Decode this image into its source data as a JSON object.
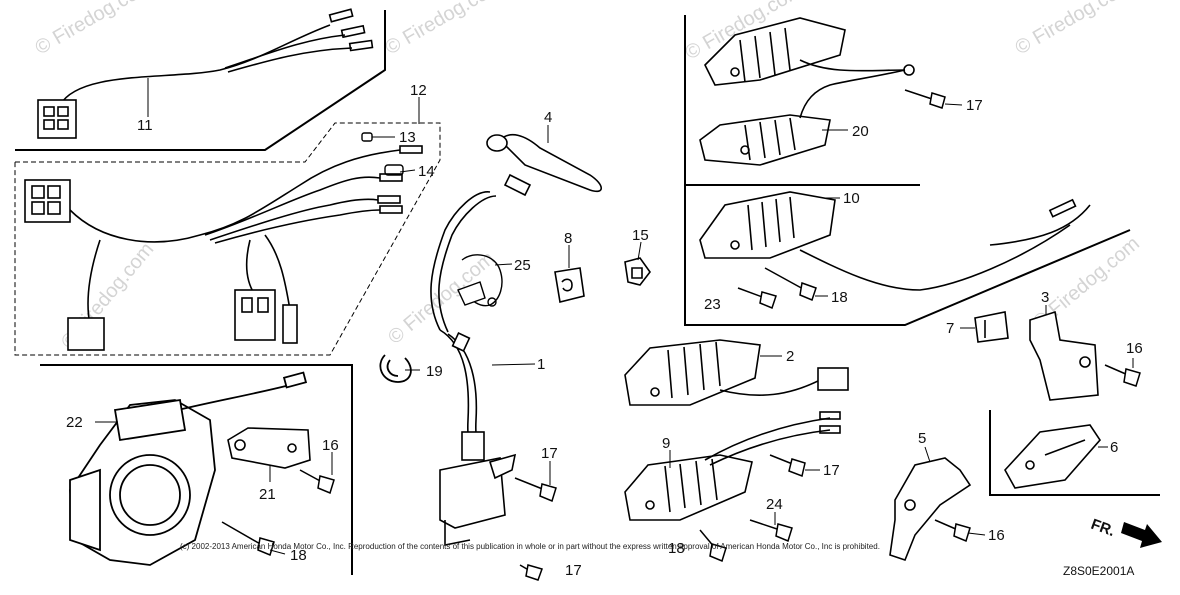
{
  "callouts": {
    "c1": "1",
    "c2": "2",
    "c3": "3",
    "c4": "4",
    "c5": "5",
    "c6": "6",
    "c7": "7",
    "c8": "8",
    "c9": "9",
    "c10": "10",
    "c11": "11",
    "c12": "12",
    "c13": "13",
    "c14": "14",
    "c15": "15",
    "c16a": "16",
    "c16b": "16",
    "c16c": "16",
    "c17a": "17",
    "c17b": "17",
    "c17c": "17",
    "c17d": "17",
    "c18a": "18",
    "c18b": "18",
    "c18c": "18",
    "c19": "19",
    "c20": "20",
    "c21": "21",
    "c22": "22",
    "c23": "23",
    "c24": "24",
    "c25": "25"
  },
  "direction_label": "FR.",
  "diagram_code": "Z8S0E2001A",
  "copyright": "(c) 2002-2013 American Honda Motor Co., Inc. Reproduction of the contents of this publication in whole or in part without the express written approval of American Honda Motor Co., Inc is prohibited.",
  "watermark": "© Firedog.com"
}
